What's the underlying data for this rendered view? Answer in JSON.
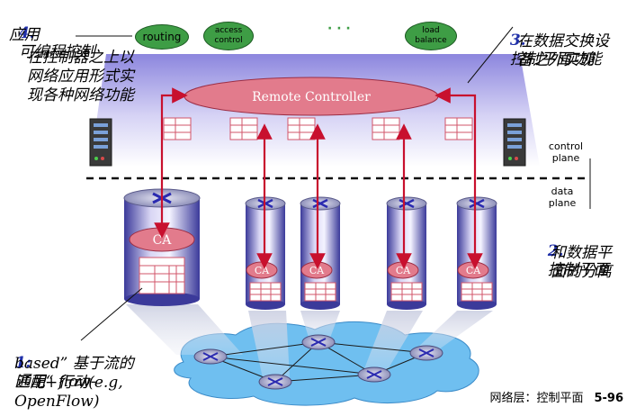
{
  "apps": {
    "routing": "routing",
    "access_control": "access\ncontrol",
    "ellipsis": "· · ·",
    "load_balance": "load\nbalance"
  },
  "controller": {
    "label": "Remote Controller"
  },
  "agent_label": "CA",
  "planes": {
    "control": "control\nplane",
    "data": "data\nplane"
  },
  "notes": {
    "n4_num": "4.",
    "n4_line1": "可编程控制",
    "n4_line2": "应用",
    "n4_detail": "在控制器之上以\n网络应用形式实\n现各种网络功能",
    "n3_num": "3.",
    "n3_line1": "控制平面功能",
    "n3_rest": "在数据交换设\n备之外实现",
    "n2_num": "2.",
    "n2_line1": "控制平面",
    "n2_rest": "和数据平\n面的分离",
    "n1_num": "1:",
    "n1_line1": "通用“ flow-",
    "n1_rest": "based” 基于流的\n匹配+行动(e.g,\nOpenFlow)"
  },
  "footer": {
    "title": "网络层：控制平面",
    "page": "5-96"
  },
  "colors": {
    "arrow": "#c8102e",
    "app_green": "#3e9d45",
    "plane_purple": "#b3b0e8",
    "cloud_blue": "#6fbff0",
    "controller_pink": "#e27b8c",
    "number_blue": "#1f2fa8"
  }
}
